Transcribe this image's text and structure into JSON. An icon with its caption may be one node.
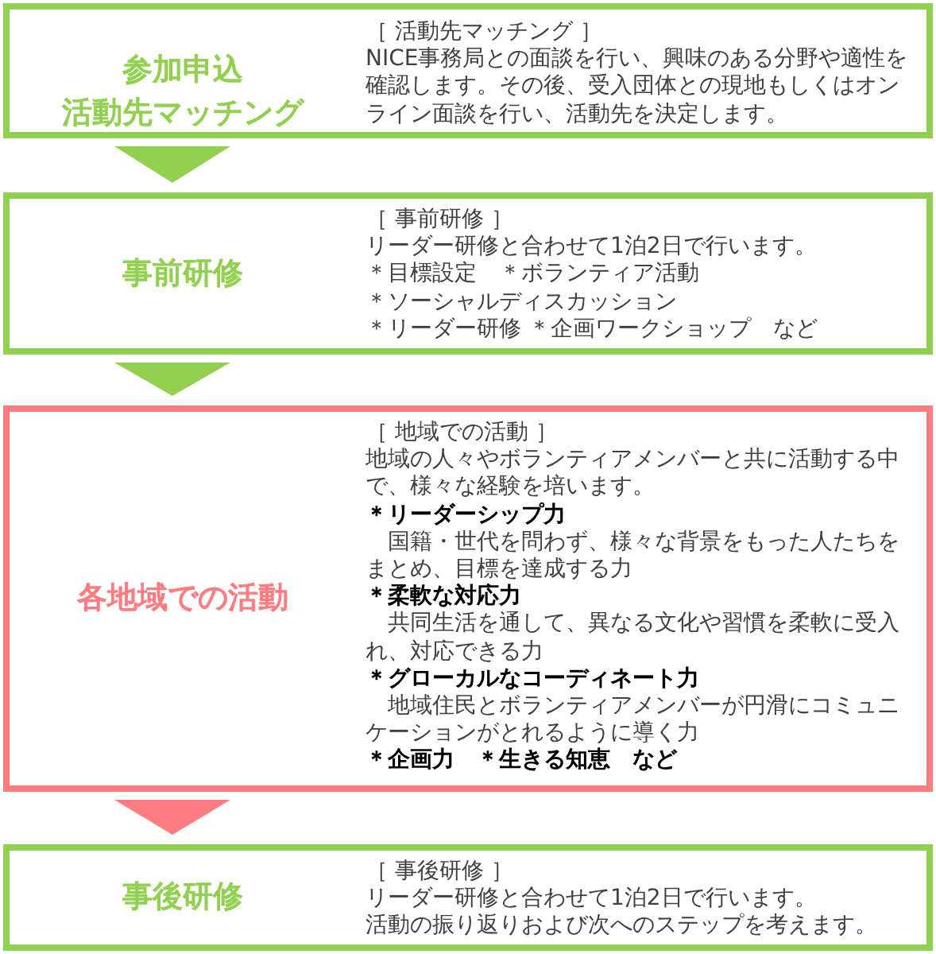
{
  "diagram": {
    "nodes": [
      {
        "text": [
          "参加申込活動先マッチング",
          "［ 活動先マッチング ］",
          "NICE事務局との面談を行い、興味のある分野や適性を確認します。その後、受入団体との現地もしくはオンライン面談を行い、活動先を決定します。"
        ]
      },
      {
        "text": [
          "事前研修",
          "［ 事前研修 ］",
          "リーダー研修と合わせて1泊2日で行います。",
          "＊目標設定　＊ボランティア活動",
          "＊ソーシャルディスカッション",
          "＊リーダー研修 ＊企画ワークショップ　など"
        ]
      },
      {
        "text": [
          "各地域での活動",
          "［ 地域での活動 ］",
          "地域の人々やボランティアメンバーと共に活動する中で、様々な経験を培います。",
          "＊リーダーシップ力",
          "　国籍・世代を問わず、様々な背景をもった人たちをまとめ、目標を達成する力",
          "＊柔軟な対応力",
          "　共同生活を通して、異なる文化や習慣を柔軟に受入れ、対応できる力",
          "＊グローカルなコーディネート力",
          "　地域住民とボランティアメンバーが円滑にコミュニケーションがとれるように導く力",
          "＊企画力　＊生きる知恵　など"
        ]
      },
      {
        "text": [
          "事後研修",
          "［ 事後研修 ］",
          "リーダー研修と合わせて1泊2日で行います。",
          "活動の振り返りおよび次へのステップを考えます。"
        ]
      }
    ],
    "edges": [
      {
        "from": 0,
        "to": 1,
        "arrow": "to"
      },
      {
        "from": 1,
        "to": 2,
        "arrow": "to"
      },
      {
        "from": 2,
        "to": 3,
        "arrow": "to",
        "color": "#ff7c80"
      }
    ]
  }
}
